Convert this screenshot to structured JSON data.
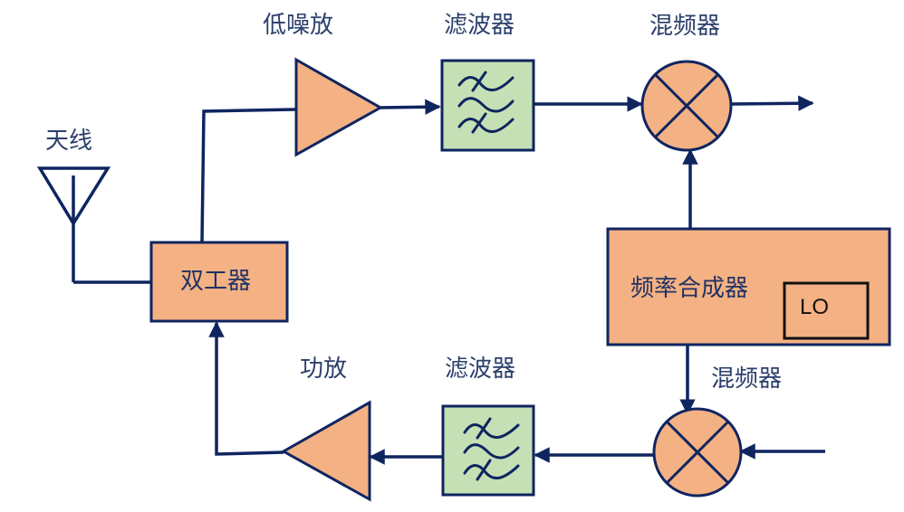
{
  "colors": {
    "line": "#0f2560",
    "block_fill": "#f4b183",
    "filter_fill": "#c5e0b4",
    "text": "#2b3f6b",
    "lo_border": "#111111"
  },
  "labels": {
    "antenna": "天线",
    "duplexer": "双工器",
    "lna": "低噪放",
    "rx_filter": "滤波器",
    "rx_mixer": "混频器",
    "synthesizer": "频率合成器",
    "lo": "LO",
    "pa": "功放",
    "tx_filter": "滤波器",
    "tx_mixer": "混频器"
  },
  "icons": {
    "antenna": "antenna-icon",
    "amplifier": "amplifier-triangle-icon",
    "filter": "bandpass-filter-icon",
    "mixer": "mixer-cross-circle-icon",
    "arrow": "arrowhead-icon"
  },
  "paths": {
    "receive": [
      "antenna",
      "duplexer",
      "lna",
      "rx_filter",
      "rx_mixer",
      "output"
    ],
    "lo_feed": [
      "synthesizer",
      "rx_mixer",
      "tx_mixer"
    ],
    "transmit": [
      "input",
      "tx_mixer",
      "tx_filter",
      "pa",
      "duplexer",
      "antenna"
    ]
  }
}
